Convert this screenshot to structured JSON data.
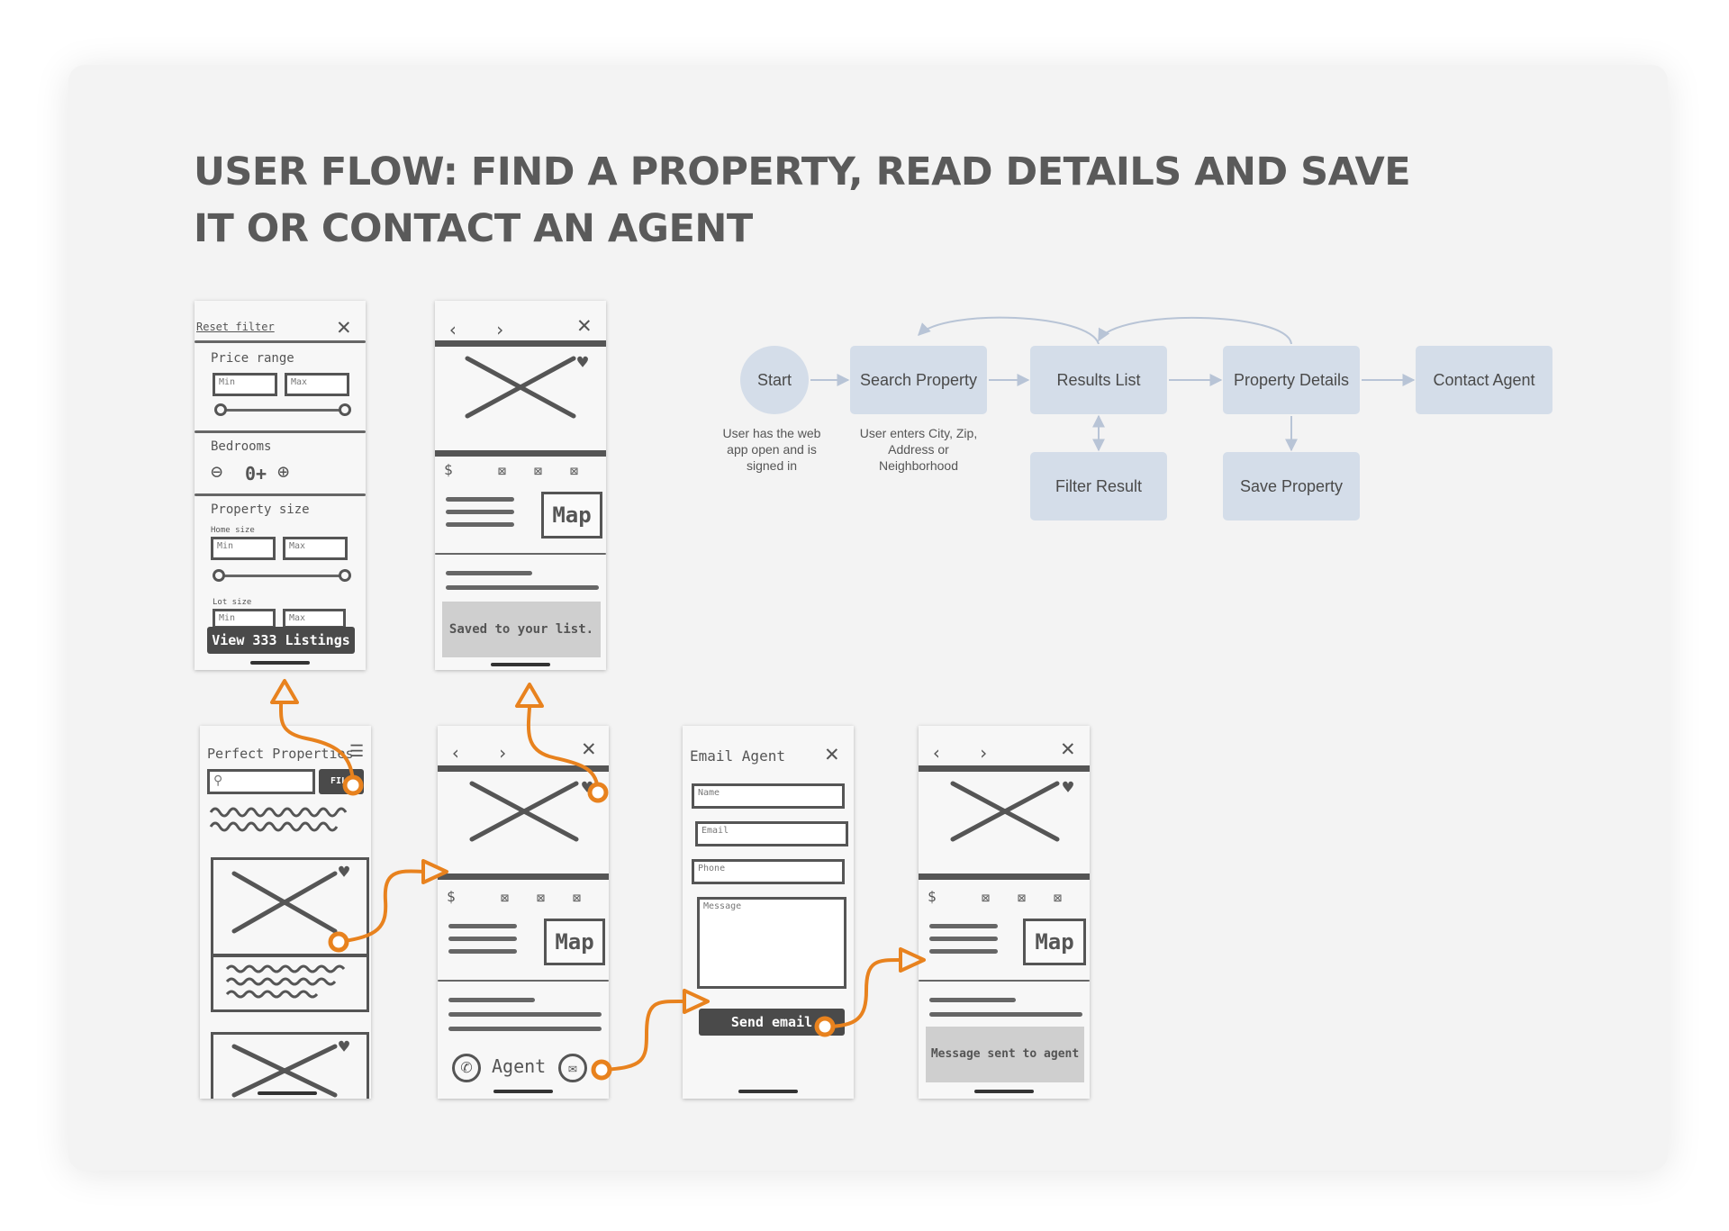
{
  "title": {
    "line1": "USER FLOW: FIND A PROPERTY, READ DETAILS AND SAVE",
    "line2": "IT OR CONTACT AN AGENT"
  },
  "colors": {
    "card_bg": "#f3f3f3",
    "node_bg": "#d4dde9",
    "arrow": "#b8c4d6",
    "accent_orange": "#e8821e",
    "sketch": "#555555"
  },
  "flow": {
    "start": "Start",
    "start_note": "User has the web app open and is signed in",
    "search": "Search Property",
    "search_note": "User enters City, Zip, Address or Neighborhood",
    "results": "Results List",
    "details": "Property Details",
    "contact": "Contact Agent",
    "filter": "Filter Result",
    "save": "Save Property"
  },
  "filter_screen": {
    "reset": "Reset filter",
    "price_range": "Price range",
    "min": "Min",
    "max": "Max",
    "bedrooms": "Bedrooms",
    "bedrooms_value": "0+",
    "property_size": "Property size",
    "home_size": "Home size",
    "lot_size": "Lot size",
    "view_button": "View 333 Listings"
  },
  "saved_screen": {
    "map": "Map",
    "toast": "Saved to your list.",
    "dollar": "$"
  },
  "results_screen": {
    "app_title": "Perfect Properties",
    "filter_btn": "FILT"
  },
  "details_screen": {
    "map": "Map",
    "agent": "Agent",
    "dollar": "$"
  },
  "email_screen": {
    "title": "Email Agent",
    "name": "Name",
    "email": "Email",
    "phone": "Phone",
    "message": "Message",
    "send": "Send email"
  },
  "sent_screen": {
    "map": "Map",
    "toast": "Message sent to agent",
    "dollar": "$"
  },
  "icons": [
    "close-icon",
    "chevron-left-icon",
    "chevron-right-icon",
    "heart-icon",
    "search-icon",
    "menu-icon",
    "phone-icon",
    "mail-icon",
    "minus-icon",
    "plus-icon",
    "image-placeholder-icon",
    "box-icon"
  ]
}
